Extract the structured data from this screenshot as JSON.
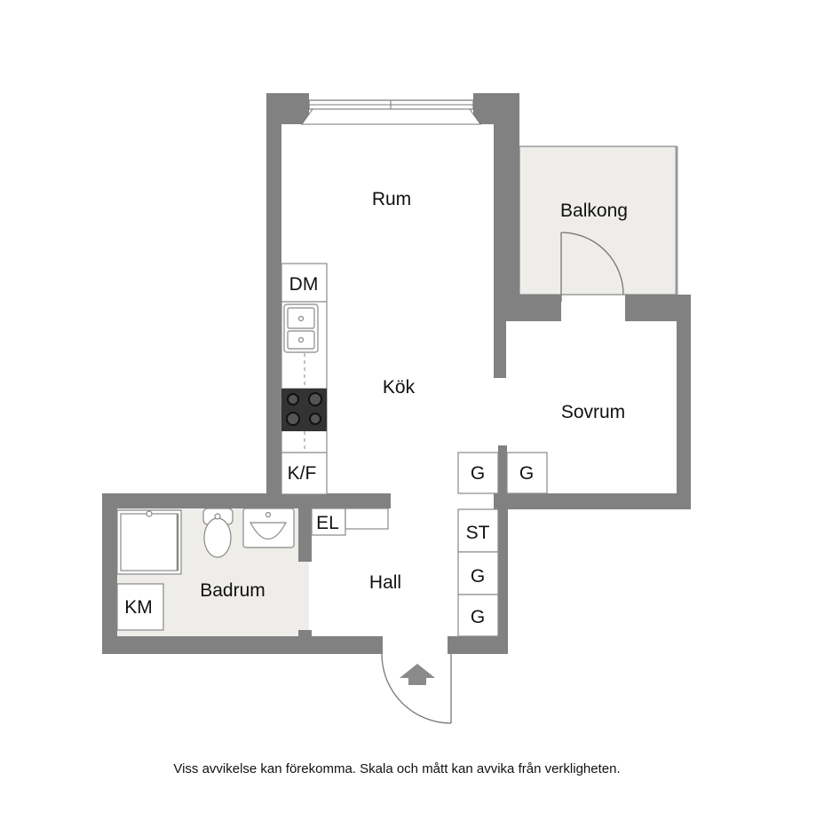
{
  "rooms": {
    "rum": "Rum",
    "balkong": "Balkong",
    "kok": "Kök",
    "sovrum": "Sovrum",
    "badrum": "Badrum",
    "hall": "Hall"
  },
  "fixtures": {
    "dm": "DM",
    "kf": "K/F",
    "el": "EL",
    "st": "ST",
    "km": "KM",
    "g_sovrum_1": "G",
    "g_sovrum_2": "G",
    "g_hall_1": "G",
    "g_hall_2": "G"
  },
  "disclaimer": "Viss avvikelse kan förekomma. Skala och mått kan avvika från verkligheten.",
  "colors": {
    "wall": "#818181",
    "wet_floor": "#efedea",
    "stove": "#333333"
  }
}
